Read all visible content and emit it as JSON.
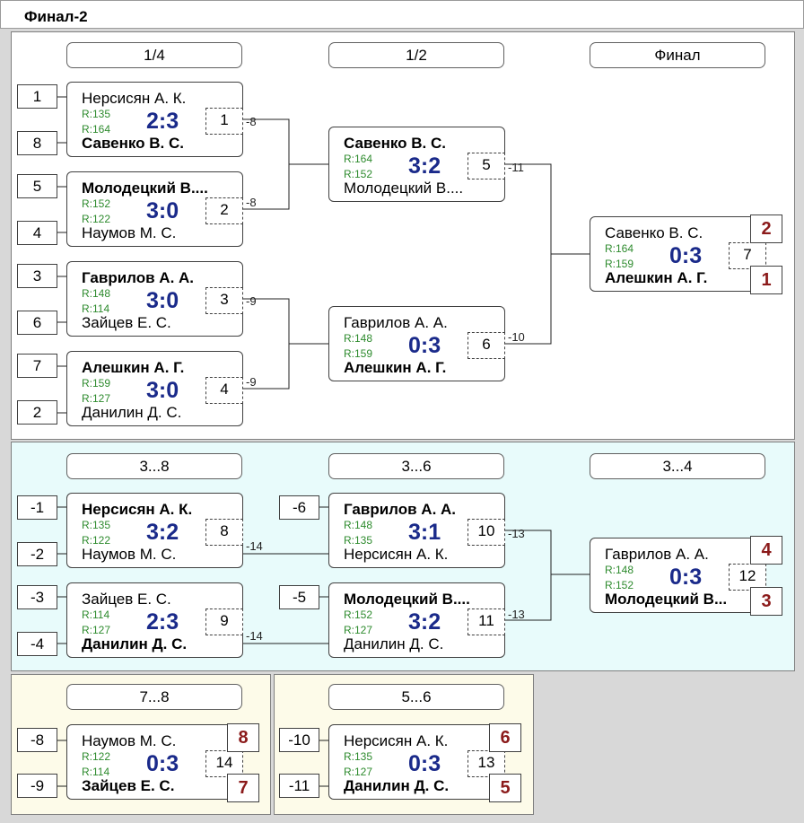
{
  "title": "Финал-2",
  "stages": [
    "1/4",
    "1/2",
    "Финал",
    "3...8",
    "3...6",
    "3...4",
    "7...8",
    "5...6"
  ],
  "seeds": [
    "1",
    "8",
    "5",
    "4",
    "3",
    "6",
    "7",
    "2",
    "-1",
    "-2",
    "-3",
    "-4",
    "-6",
    "-5",
    "-8",
    "-9",
    "-10",
    "-11"
  ],
  "matches": [
    {
      "p1": "Нерсисян А. К.",
      "r1": "R:135",
      "p2": "Савенко В. С.",
      "r2": "R:164",
      "score": "2:3",
      "num": "1",
      "winner": 2
    },
    {
      "p1": "Молодецкий В....",
      "r1": "R:152",
      "p2": "Наумов М. С.",
      "r2": "R:122",
      "score": "3:0",
      "num": "2",
      "winner": 1
    },
    {
      "p1": "Гаврилов А. А.",
      "r1": "R:148",
      "p2": "Зайцев Е. С.",
      "r2": "R:114",
      "score": "3:0",
      "num": "3",
      "winner": 1
    },
    {
      "p1": "Алешкин А. Г.",
      "r1": "R:159",
      "p2": "Данилин Д. С.",
      "r2": "R:127",
      "score": "3:0",
      "num": "4",
      "winner": 1
    },
    {
      "p1": "Савенко В. С.",
      "r1": "R:164",
      "p2": "Молодецкий В....",
      "r2": "R:152",
      "score": "3:2",
      "num": "5",
      "winner": 1
    },
    {
      "p1": "Гаврилов А. А.",
      "r1": "R:148",
      "p2": "Алешкин А. Г.",
      "r2": "R:159",
      "score": "0:3",
      "num": "6",
      "winner": 2
    },
    {
      "p1": "Савенко В. С.",
      "r1": "R:164",
      "p2": "Алешкин А. Г.",
      "r2": "R:159",
      "score": "0:3",
      "num": "7",
      "winner": 2
    },
    {
      "p1": "Нерсисян А. К.",
      "r1": "R:135",
      "p2": "Наумов М. С.",
      "r2": "R:122",
      "score": "3:2",
      "num": "8",
      "winner": 1
    },
    {
      "p1": "Зайцев Е. С.",
      "r1": "R:114",
      "p2": "Данилин Д. С.",
      "r2": "R:127",
      "score": "2:3",
      "num": "9",
      "winner": 2
    },
    {
      "p1": "Гаврилов А. А.",
      "r1": "R:148",
      "p2": "Нерсисян А. К.",
      "r2": "R:135",
      "score": "3:1",
      "num": "10",
      "winner": 1
    },
    {
      "p1": "Молодецкий В....",
      "r1": "R:152",
      "p2": "Данилин Д. С.",
      "r2": "R:127",
      "score": "3:2",
      "num": "11",
      "winner": 1
    },
    {
      "p1": "Гаврилов А. А.",
      "r1": "R:148",
      "p2": "Молодецкий В...",
      "r2": "R:152",
      "score": "0:3",
      "num": "12",
      "winner": 2
    },
    {
      "p1": "Наумов М. С.",
      "r1": "R:122",
      "p2": "Зайцев Е. С.",
      "r2": "R:114",
      "score": "0:3",
      "num": "14",
      "winner": 2
    },
    {
      "p1": "Нерсисян А. К.",
      "r1": "R:135",
      "p2": "Данилин Д. С.",
      "r2": "R:127",
      "score": "0:3",
      "num": "13",
      "winner": 2
    }
  ],
  "connectors": [
    "-8",
    "-8",
    "-9",
    "-9",
    "-11",
    "-10",
    "-14",
    "-14",
    "-13",
    "-13"
  ],
  "places": [
    "2",
    "1",
    "4",
    "3",
    "8",
    "7",
    "6",
    "5"
  ]
}
